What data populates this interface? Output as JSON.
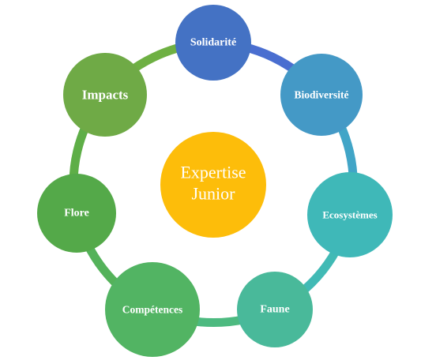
{
  "center": {
    "line1": "Expertise",
    "line2": "Junior",
    "color": "#FDBD0A"
  },
  "nodes": [
    {
      "id": "solidarite",
      "label": "Solidarité",
      "color": "#4472C4"
    },
    {
      "id": "biodiversite",
      "label": "Biodiversité",
      "color": "#4499C6"
    },
    {
      "id": "ecosystemes",
      "label": "Ecosystèmes",
      "color": "#3FB8B8"
    },
    {
      "id": "faune",
      "label": "Faune",
      "color": "#49B99A"
    },
    {
      "id": "competences",
      "label": "Compétences",
      "color": "#52B463"
    },
    {
      "id": "flore",
      "label": "Flore",
      "color": "#54A949"
    },
    {
      "id": "impacts",
      "label": "Impacts",
      "color": "#6FAA46"
    }
  ],
  "connectors": [
    {
      "from": "solidarite",
      "to": "biodiversite",
      "color": "#4A6ED0"
    },
    {
      "from": "biodiversite",
      "to": "ecosystemes",
      "color": "#41A5C7"
    },
    {
      "from": "ecosystemes",
      "to": "faune",
      "color": "#41BAB5"
    },
    {
      "from": "faune",
      "to": "competences",
      "color": "#4DBA80"
    },
    {
      "from": "competences",
      "to": "flore",
      "color": "#54B25A"
    },
    {
      "from": "flore",
      "to": "impacts",
      "color": "#5EAE47"
    },
    {
      "from": "impacts",
      "to": "solidarite",
      "color": "#6EB043"
    }
  ]
}
